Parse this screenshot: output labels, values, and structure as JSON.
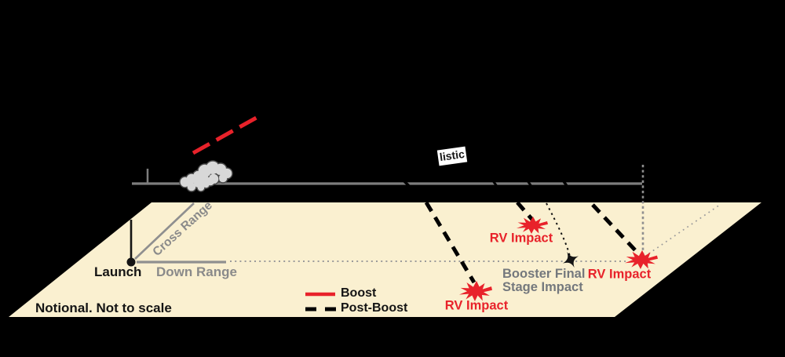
{
  "diagram": {
    "type": "notional-missile-trajectory-diagram",
    "note": "Notional. Not to scale"
  },
  "labels": {
    "ballistic_fragment": "listic",
    "launch": "Launch",
    "cross_range": "Cross Range",
    "down_range": "Down Range",
    "notional_note": "Notional. Not to scale",
    "booster_impact_line1": "Booster Final",
    "booster_impact_line2": "Stage Impact",
    "rv_impact": "RV Impact"
  },
  "legend": {
    "boost_label": "Boost",
    "post_boost_label": "Post-Boost"
  },
  "colors": {
    "background": "#000000",
    "ground_plane": "#FAF0D0",
    "boost_red": "#E8222A",
    "impact_red": "#E8222A",
    "range_gray": "#8A8A8A",
    "booster_text_gray": "#74787D",
    "line_gray": "#7D7D7D",
    "cloud_gray": "#D8D8D8",
    "black": "#141414",
    "white": "#FFFFFF"
  },
  "icons": {
    "cloud": "launch-smoke-cloud-icon",
    "burst": "rv-impact-burst-icon",
    "star": "booster-impact-star-icon",
    "dot": "launch-point-dot"
  }
}
